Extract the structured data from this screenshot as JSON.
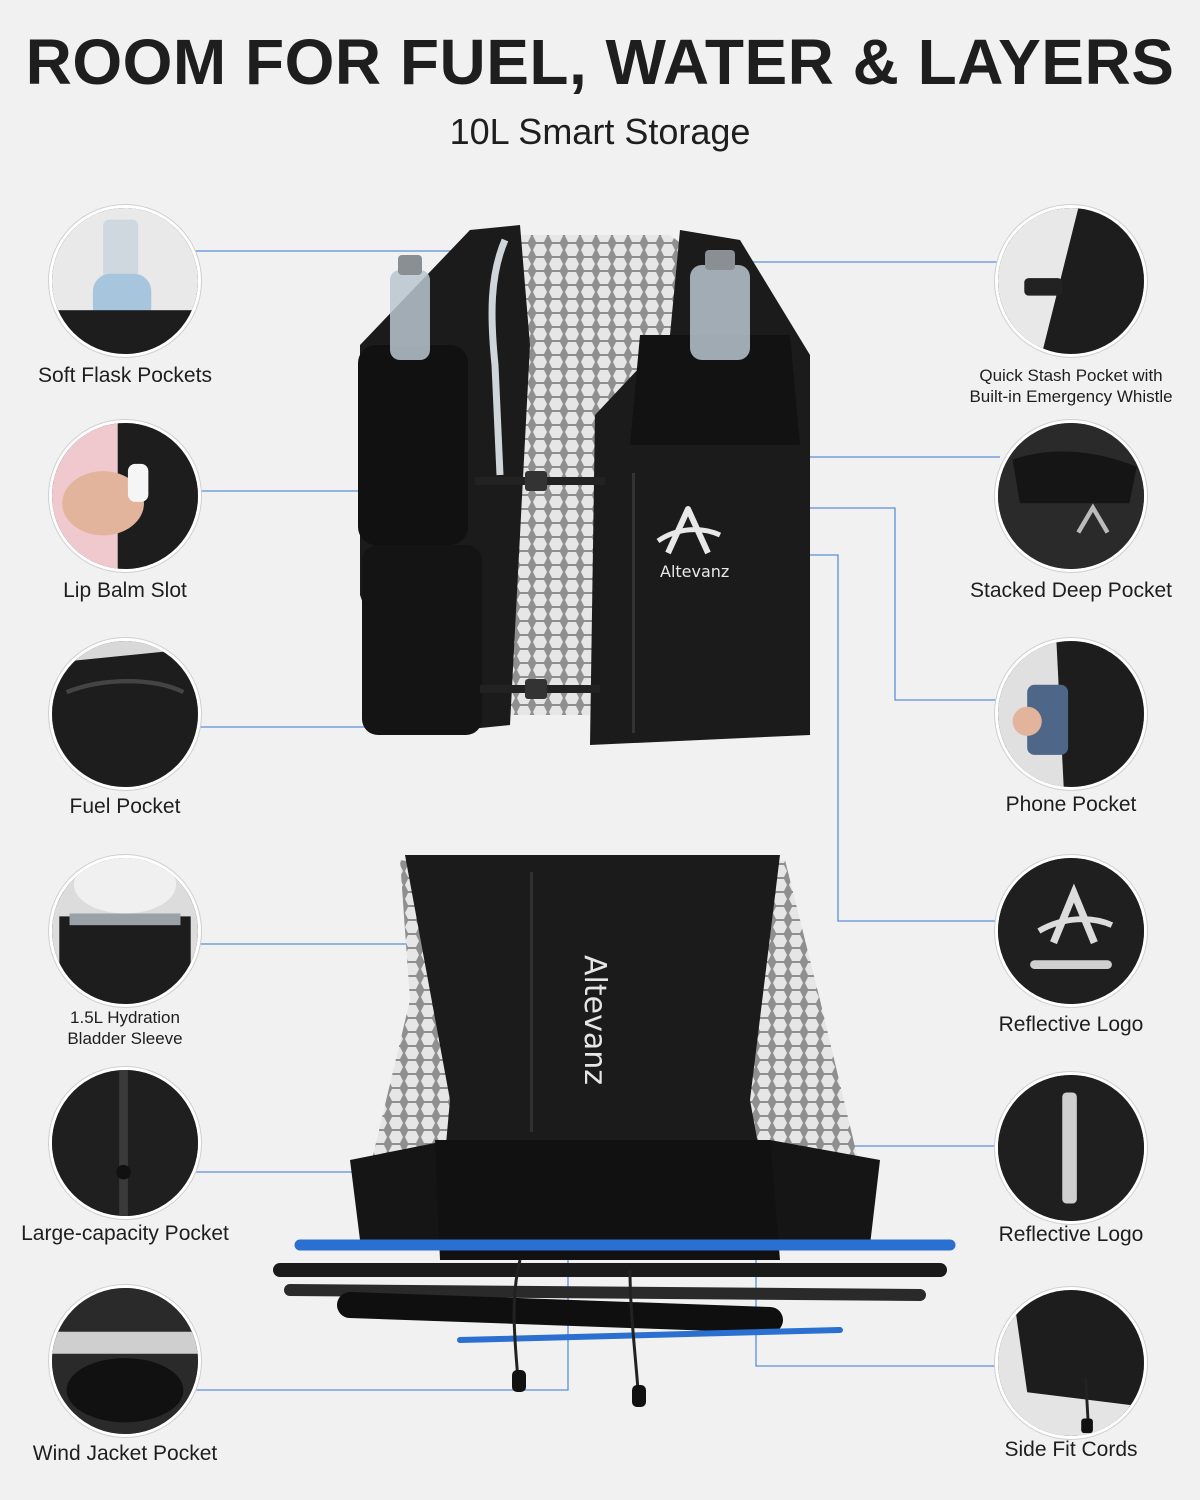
{
  "header": {
    "title": "ROOM FOR FUEL, WATER & LAYERS",
    "subtitle": "10L Smart Storage"
  },
  "brand": {
    "name": "Altevanz"
  },
  "colors": {
    "background": "#f1f1f1",
    "vest": "#1b1b1b",
    "mesh": "#d8d8d8",
    "callout_line": "#5b8fd9",
    "pole": "#2b6fd1"
  },
  "features_left": [
    {
      "label": "Soft Flask Pockets",
      "icon": "soft-flask-icon"
    },
    {
      "label": "Lip Balm Slot",
      "icon": "lip-balm-icon"
    },
    {
      "label": "Fuel Pocket",
      "icon": "fuel-pocket-icon"
    },
    {
      "label_lines": [
        "1.5L Hydration",
        "Bladder Sleeve"
      ],
      "icon": "bladder-icon"
    },
    {
      "label": "Large-capacity Pocket",
      "icon": "large-pocket-icon"
    },
    {
      "label": "Wind Jacket Pocket",
      "icon": "jacket-pocket-icon"
    }
  ],
  "features_right": [
    {
      "label_lines": [
        "Quick Stash Pocket with",
        "Built-in Emergency Whistle"
      ],
      "icon": "whistle-icon"
    },
    {
      "label": "Stacked Deep Pocket",
      "icon": "deep-pocket-icon"
    },
    {
      "label": "Phone Pocket",
      "icon": "phone-pocket-icon"
    },
    {
      "label": "Reflective Logo",
      "icon": "logo-front-icon"
    },
    {
      "label": "Reflective Logo",
      "icon": "logo-back-icon"
    },
    {
      "label": "Side Fit Cords",
      "icon": "fit-cords-icon"
    }
  ]
}
